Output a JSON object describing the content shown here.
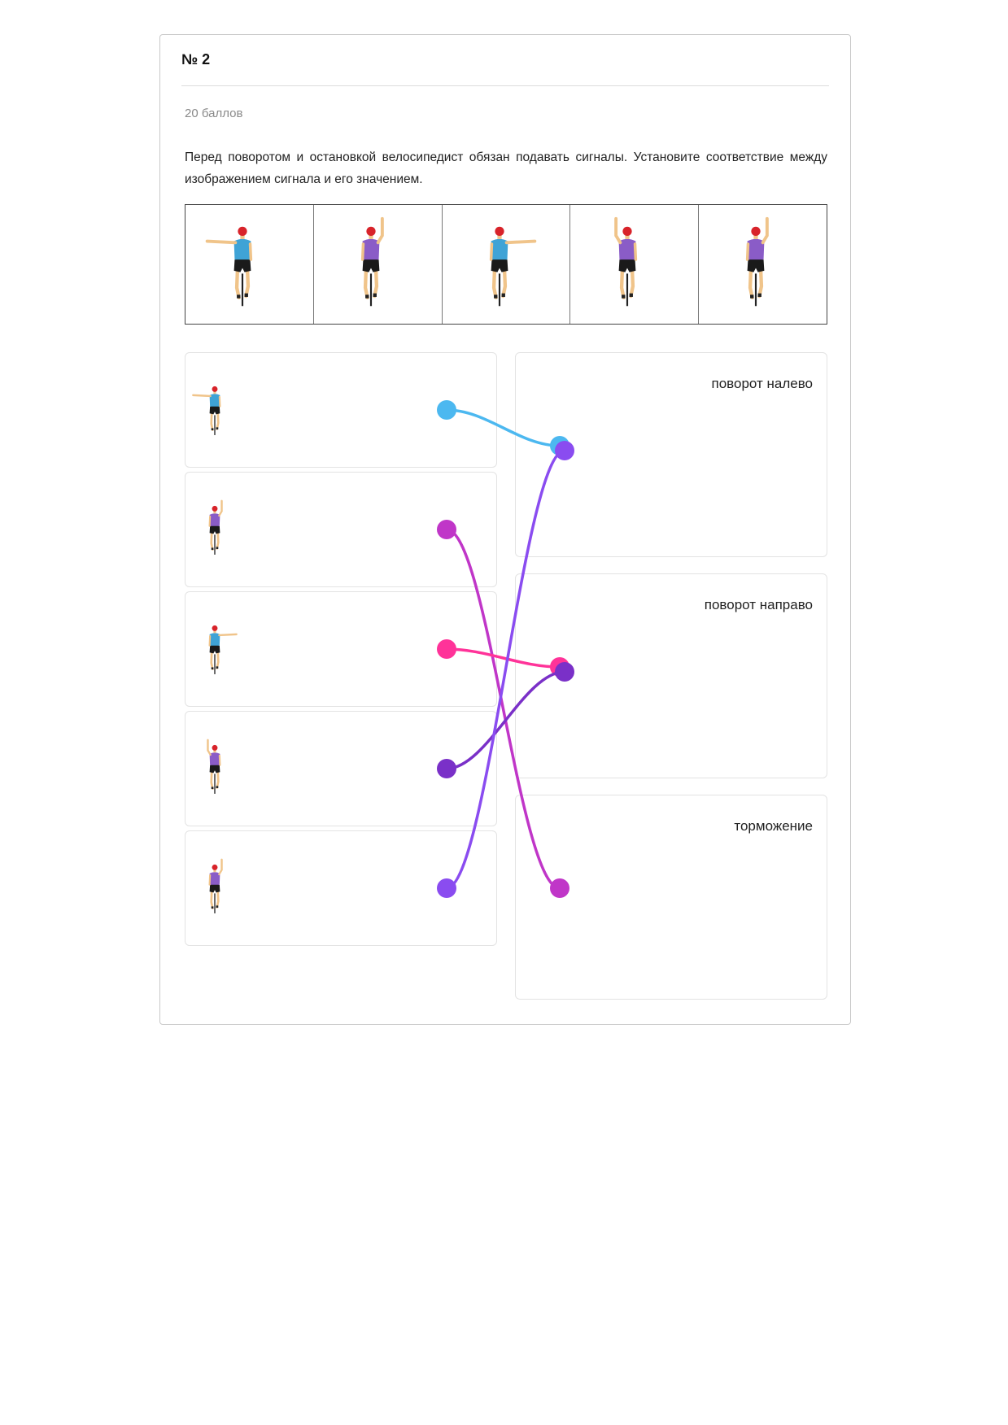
{
  "task": {
    "number": "№ 2",
    "points": "20 баллов",
    "question": "Перед поворотом и остановкой велосипедист обязан подавать сигналы. Установите соответствие между изображением сигнала и его значением."
  },
  "picture_row": [
    {
      "figure": "cyclist-left-arm-extended-left",
      "shirt_color": "#3fa3d6"
    },
    {
      "figure": "cyclist-right-arm-raised",
      "shirt_color": "#8a5cc7"
    },
    {
      "figure": "cyclist-right-arm-extended-right",
      "shirt_color": "#3fa3d6"
    },
    {
      "figure": "cyclist-left-arm-raised",
      "shirt_color": "#8a5cc7"
    },
    {
      "figure": "cyclist-right-arm-raised",
      "shirt_color": "#8a5cc7"
    }
  ],
  "left_items": [
    {
      "figure": "cyclist-left-arm-extended-left",
      "shirt_color": "#3fa3d6"
    },
    {
      "figure": "cyclist-right-arm-raised",
      "shirt_color": "#8a5cc7"
    },
    {
      "figure": "cyclist-right-arm-extended-right",
      "shirt_color": "#3fa3d6"
    },
    {
      "figure": "cyclist-left-arm-raised",
      "shirt_color": "#8a5cc7"
    },
    {
      "figure": "cyclist-right-arm-raised",
      "shirt_color": "#8a5cc7"
    }
  ],
  "right_items": [
    {
      "label": "поворот налево"
    },
    {
      "label": "поворот направо"
    },
    {
      "label": "торможение"
    }
  ],
  "connections": [
    {
      "from": 0,
      "to": 0,
      "color": "#4cb8f0"
    },
    {
      "from": 1,
      "to": 2,
      "color": "#c036c8"
    },
    {
      "from": 2,
      "to": 1,
      "color": "#ff3399"
    },
    {
      "from": 3,
      "to": 1,
      "color": "#7a30c8"
    },
    {
      "from": 4,
      "to": 0,
      "color": "#8a4cf0"
    }
  ],
  "colors": {
    "helmet": "#d8232a",
    "shorts": "#1a1a1a",
    "skin": "#f0c48a",
    "bike": "#222222"
  }
}
